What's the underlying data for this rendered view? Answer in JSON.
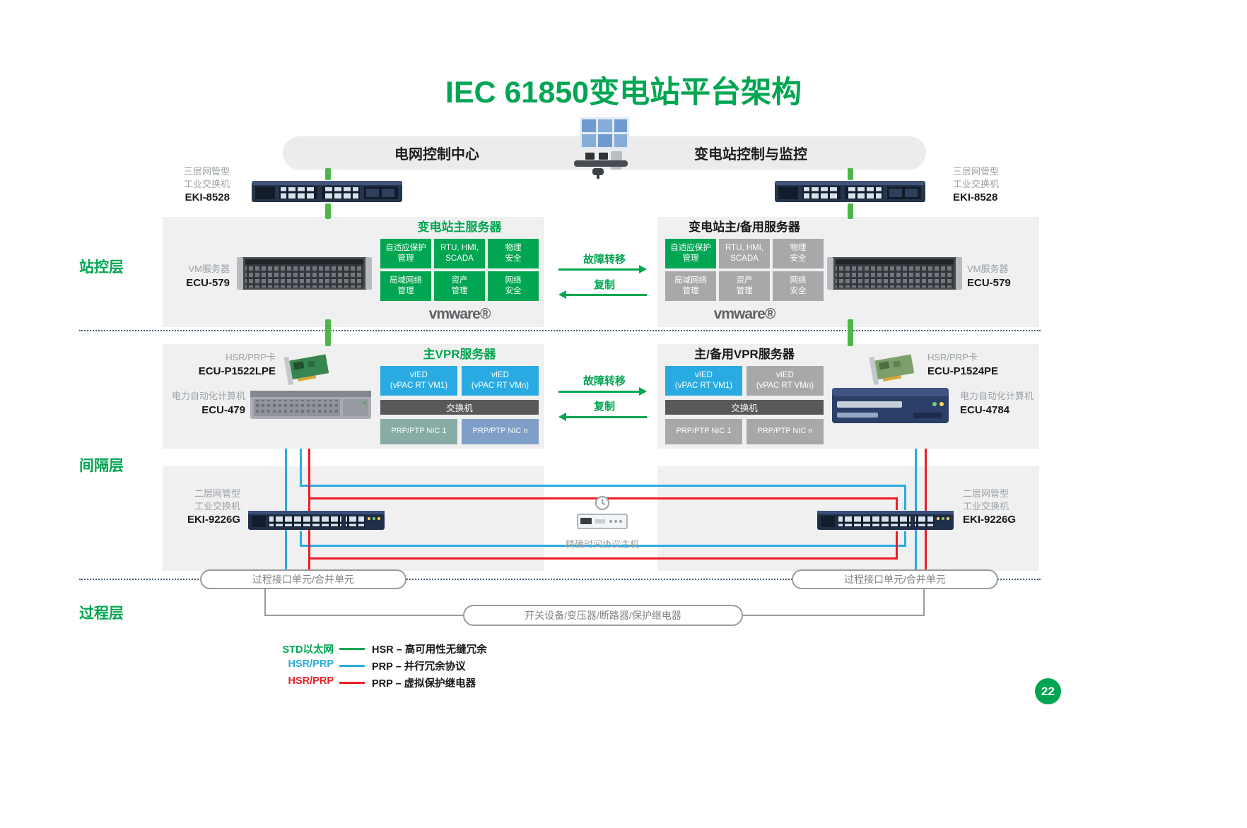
{
  "title": "IEC 61850变电站平台架构",
  "page_number": "22",
  "banner": {
    "left_label": "电网控制中心",
    "right_label": "变电站控制与监控"
  },
  "layer_labels": {
    "station": "站控层",
    "bay": "间隔层",
    "process": "过程层"
  },
  "arrows": {
    "failover": "故障转移",
    "replicate": "复制"
  },
  "station_layer": {
    "left_switch": {
      "desc1": "三层网管型",
      "desc2": "工业交换机",
      "model": "EKI-8528"
    },
    "right_switch": {
      "desc1": "三层网管型",
      "desc2": "工业交换机",
      "model": "EKI-8528"
    },
    "left_server": {
      "desc": "VM服务器",
      "model": "ECU-579"
    },
    "right_server": {
      "desc": "VM服务器",
      "model": "ECU-579"
    },
    "main_stack": {
      "title": "变电站主服务器",
      "cells": [
        "自适应保护\n管理",
        "RTU, HMI,\nSCADA",
        "物理\n安全",
        "局域网络\n管理",
        "资产\n管理",
        "网络\n安全"
      ],
      "brand": "vmware®"
    },
    "backup_stack": {
      "title": "变电站主/备用服务器",
      "cells": [
        "自适应保护\n管理",
        "RTU, HMI,\nSCADA",
        "物理\n安全",
        "局域网络\n管理",
        "资产\n管理",
        "网络\n安全"
      ],
      "brand": "vmware®"
    }
  },
  "bay_layer": {
    "left_card": {
      "desc": "HSR/PRP卡",
      "model": "ECU-P1522LPE"
    },
    "right_card": {
      "desc": "HSR/PRP卡",
      "model": "ECU-P1524PE"
    },
    "left_computer": {
      "desc": "电力自动化计算机",
      "model": "ECU-479"
    },
    "right_computer": {
      "desc": "电力自动化计算机",
      "model": "ECU-4784"
    },
    "main_stack": {
      "title": "主VPR服务器",
      "vied1": "vIED\n(vPAC RT VM1)",
      "viedn": "vIED\n(vPAC RT VMn)",
      "switch": "交换机",
      "nic1": "PRP/PTP NIC 1",
      "nicn": "PRP/PTP NIC n"
    },
    "backup_stack": {
      "title": "主/备用VPR服务器",
      "vied1": "vIED\n(vPAC RT VM1)",
      "viedn": "vIED\n(vPAC RT VMn)",
      "switch": "交换机",
      "nic1": "PRP/PTP NIC 1",
      "nicn": "PRP/PTP NIC n"
    }
  },
  "network_layer": {
    "left_switch": {
      "desc1": "二层网管型",
      "desc2": "工业交换机",
      "model": "EKI-9226G"
    },
    "right_switch": {
      "desc1": "二层网管型",
      "desc2": "工业交换机",
      "model": "EKI-9226G"
    },
    "ptp_host": {
      "label": "精确时间协议主机"
    }
  },
  "process_layer": {
    "piu_left": "过程接口单元/合并单元",
    "piu_right": "过程接口单元/合并单元",
    "equipment": "开关设备/变压器/断路器/保护继电器"
  },
  "legend": {
    "rows": [
      {
        "tag": "STD以太网",
        "desc": "HSR – 高可用性无缝冗余",
        "color": "#00a651"
      },
      {
        "tag": "HSR/PRP",
        "desc": "PRP – 并行冗余协议",
        "color": "#29abe2"
      },
      {
        "tag": "HSR/PRP",
        "desc": "PRP – 虚拟保护继电器",
        "color": "#ed1c24"
      }
    ]
  },
  "colors": {
    "green": "#00a651",
    "blue": "#29abe2",
    "red": "#ed1c24",
    "gray_box": "#a7a8aa",
    "dark_bar": "#58595b",
    "nic_teal": "#86aca5",
    "nic_steel": "#7f9fc9",
    "band_gray": "#f0f0f1"
  }
}
